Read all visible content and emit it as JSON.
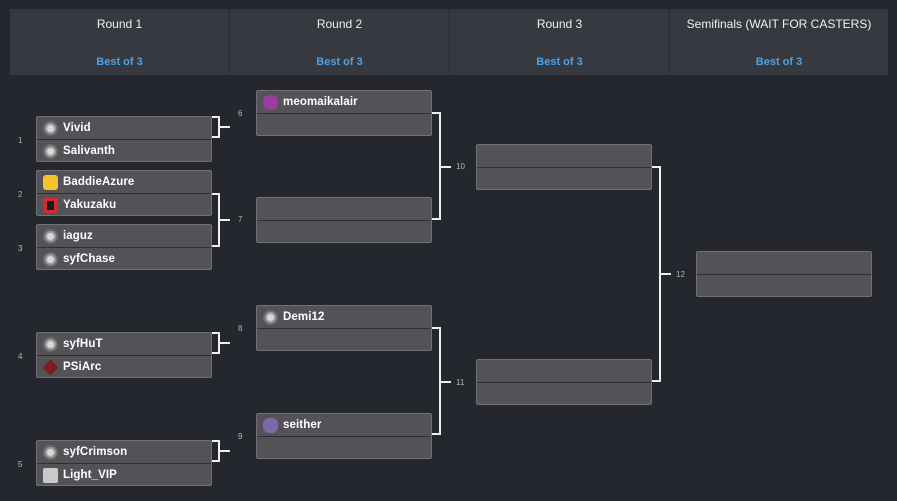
{
  "rounds": [
    {
      "title": "Round 1",
      "best_of": "Best of 3"
    },
    {
      "title": "Round 2",
      "best_of": "Best of 3"
    },
    {
      "title": "Round 3",
      "best_of": "Best of 3"
    },
    {
      "title": "Semifinals (WAIT FOR CASTERS)",
      "best_of": "Best of 3"
    }
  ],
  "matches": {
    "m1": {
      "number": "1",
      "top": "Vivid",
      "bottom": "Salivanth"
    },
    "m2": {
      "number": "2",
      "top": "BaddieAzure",
      "bottom": "Yakuzaku"
    },
    "m3": {
      "number": "3",
      "top": "iaguz",
      "bottom": "syfChase"
    },
    "m4": {
      "number": "4",
      "top": "syfHuT",
      "bottom": "PSiArc"
    },
    "m5": {
      "number": "5",
      "top": "syfCrimson",
      "bottom": "Light_VIP"
    },
    "m6": {
      "number": "6",
      "top": "meomaikalair",
      "bottom": ""
    },
    "m7": {
      "number": "7",
      "top": "",
      "bottom": ""
    },
    "m8": {
      "number": "8",
      "top": "Demi12",
      "bottom": ""
    },
    "m9": {
      "number": "9",
      "top": "seither",
      "bottom": ""
    },
    "m10": {
      "number": "10",
      "top": "",
      "bottom": ""
    },
    "m11": {
      "number": "11",
      "top": "",
      "bottom": ""
    },
    "m12": {
      "number": "12",
      "top": "",
      "bottom": ""
    }
  },
  "icons": {
    "default": "default-avatar-icon",
    "emoji": "emoji-face-icon",
    "red": "red-portrait-icon",
    "redcube": "red-cube-icon",
    "purple": "purple-creature-icon",
    "photo": "photo-avatar-icon"
  }
}
